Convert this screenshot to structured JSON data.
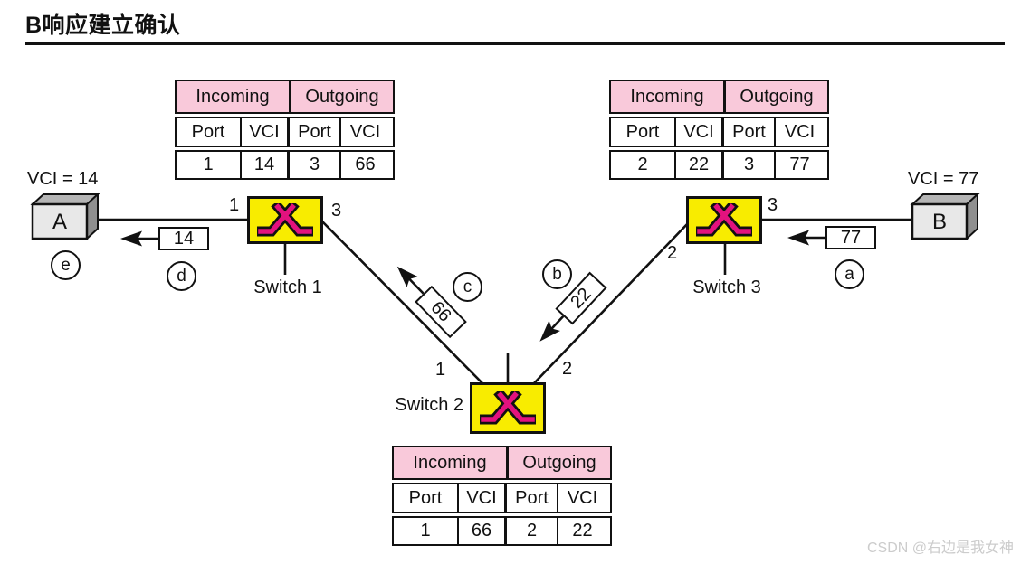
{
  "title": "B响应建立确认",
  "watermark": "CSDN @右边是我女神",
  "colors": {
    "table_header_pink": "#f9c9da",
    "switch_yellow": "#f8ec00",
    "switch_icon_magenta": "#e3127e",
    "host_front_gray": "#e8e8e8",
    "host_top_gray": "#b5b5b5",
    "host_side_gray": "#8f8f8f",
    "line_black": "#111111"
  },
  "hosts": {
    "a": {
      "label": "A",
      "vci": "VCI = 14"
    },
    "b": {
      "label": "B",
      "vci": "VCI = 77"
    }
  },
  "switches": {
    "sw1": {
      "label": "Switch 1",
      "port_left": "1",
      "port_right": "3"
    },
    "sw2": {
      "label": "Switch 2",
      "port_left": "1",
      "port_right": "2"
    },
    "sw3": {
      "label": "Switch 3",
      "port_left": "2",
      "port_right": "3"
    }
  },
  "tables": {
    "incoming": "Incoming",
    "outgoing": "Outgoing",
    "port": "Port",
    "vci": "VCI",
    "sw1_row": [
      "1",
      "14",
      "3",
      "66"
    ],
    "sw2_row": [
      "1",
      "66",
      "2",
      "22"
    ],
    "sw3_row": [
      "2",
      "22",
      "3",
      "77"
    ]
  },
  "flow": {
    "a": {
      "step": "a",
      "vci": "77"
    },
    "b": {
      "step": "b",
      "vci": "22"
    },
    "c": {
      "step": "c",
      "vci": "66"
    },
    "d": {
      "step": "d",
      "vci": "14"
    },
    "e": {
      "step": "e"
    }
  }
}
